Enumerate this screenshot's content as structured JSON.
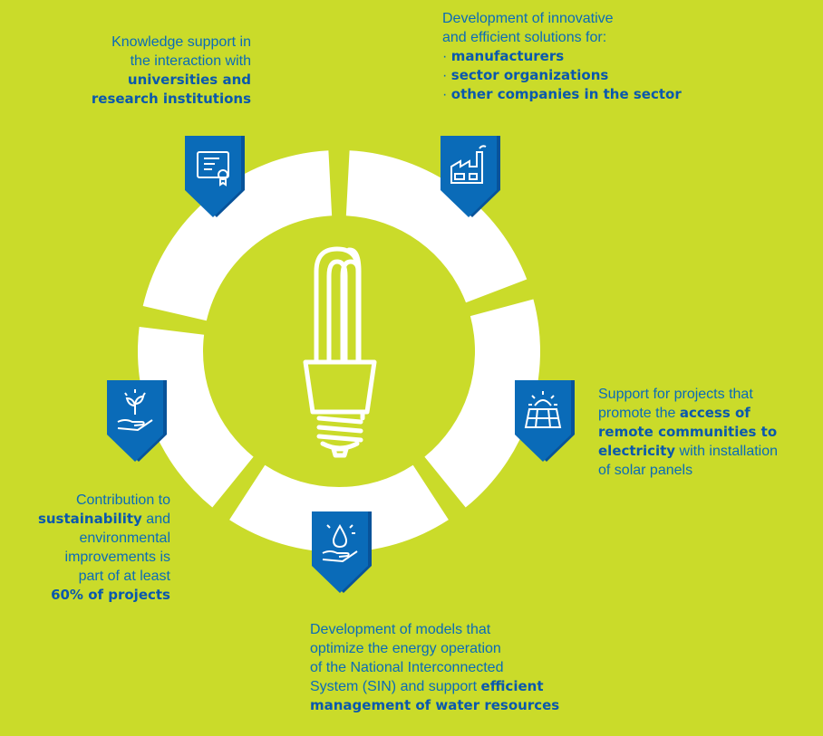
{
  "center": {
    "icon": "light-bulb-icon"
  },
  "segments": [
    {
      "id": "universities",
      "icon": "certificate-icon",
      "text": [
        "Knowledge support in",
        "the interaction with"
      ],
      "bold": [
        "universities and",
        "research institutions"
      ]
    },
    {
      "id": "innovative",
      "icon": "factory-icon",
      "text": [
        "Development of innovative",
        "and efficient solutions for:"
      ],
      "bullets": [
        "manufacturers",
        "sector organizations",
        "other companies in the sector"
      ]
    },
    {
      "id": "solar",
      "icon": "solar-panel-icon",
      "pre": "Support for projects that",
      "pre2": "promote the",
      "bold1": "access of",
      "bold2": "remote communities to",
      "bold3": "electricity",
      "post": "with installation",
      "post2": "of solar panels"
    },
    {
      "id": "water",
      "icon": "water-drop-hand-icon",
      "lines": [
        "Development of models that",
        "optimize the energy operation",
        "of the National Interconnected"
      ],
      "line4": "System (SIN) and support",
      "bold1": "efficient",
      "bold2": "management of water resources"
    },
    {
      "id": "sustainability",
      "icon": "plant-hand-icon",
      "line1": "Contribution to",
      "bold1": "sustainability",
      "after1": "and",
      "lines": [
        "environmental",
        "improvements is",
        "part of at least"
      ],
      "bold2": "60% of projects"
    }
  ],
  "colors": {
    "background": "#cadb2a",
    "ring": "#ffffff",
    "badge": "#0a6bb8",
    "badge_shadow": "#08539a",
    "text": "#0a6bb8"
  }
}
